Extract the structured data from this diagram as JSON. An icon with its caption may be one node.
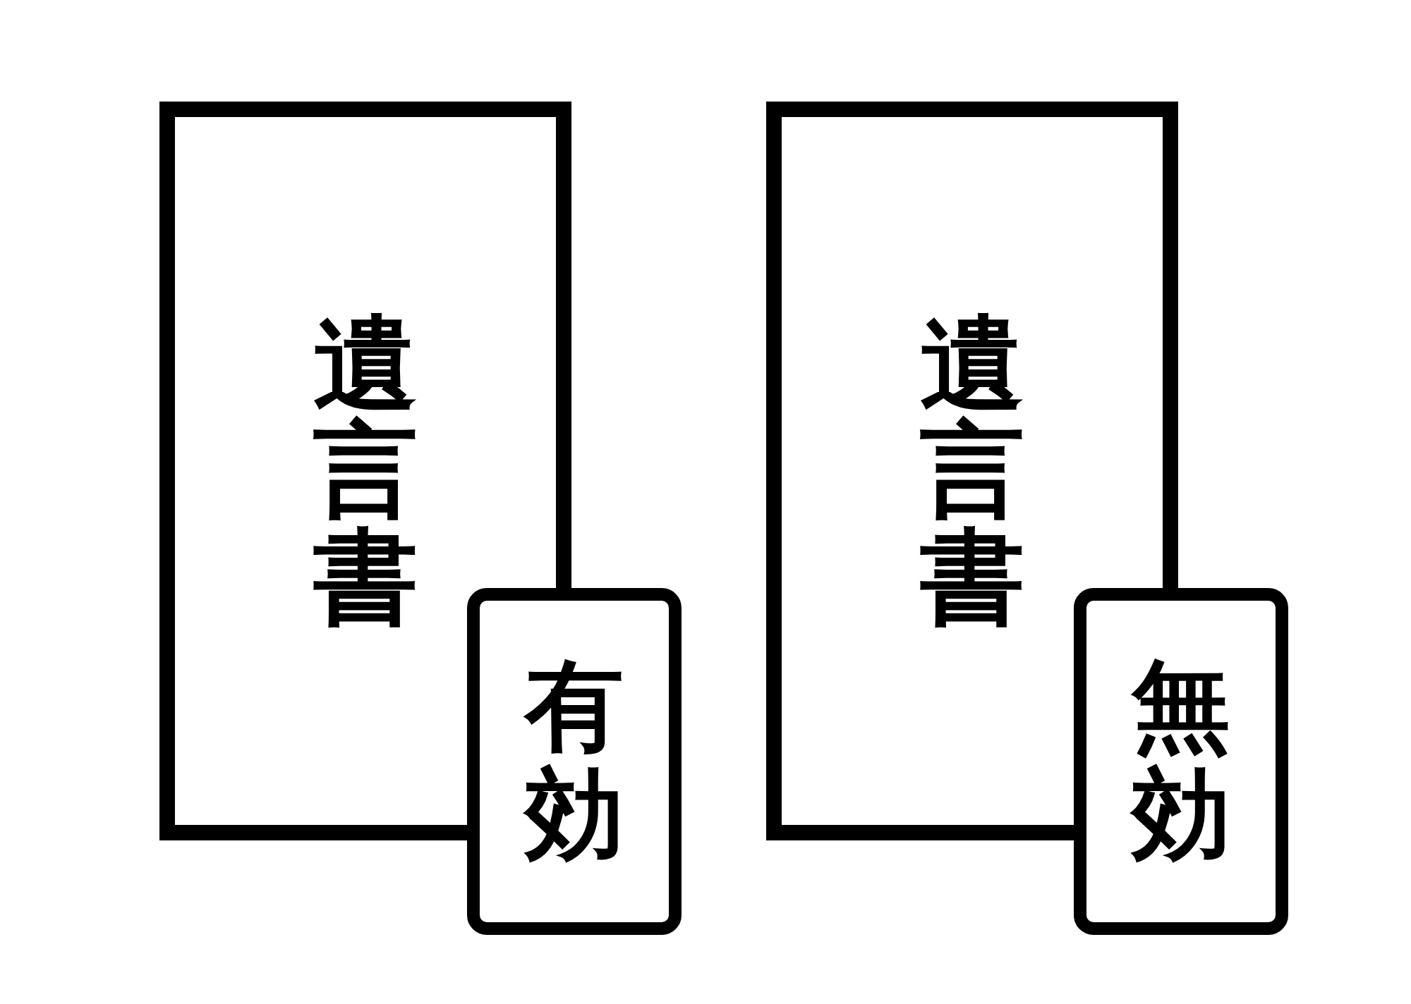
{
  "diagram": {
    "nodes": [
      {
        "text": [
          "遺言書"
        ]
      },
      {
        "text": [
          "有効"
        ]
      },
      {
        "text": [
          "遺言書"
        ]
      },
      {
        "text": [
          "無効"
        ]
      }
    ]
  }
}
